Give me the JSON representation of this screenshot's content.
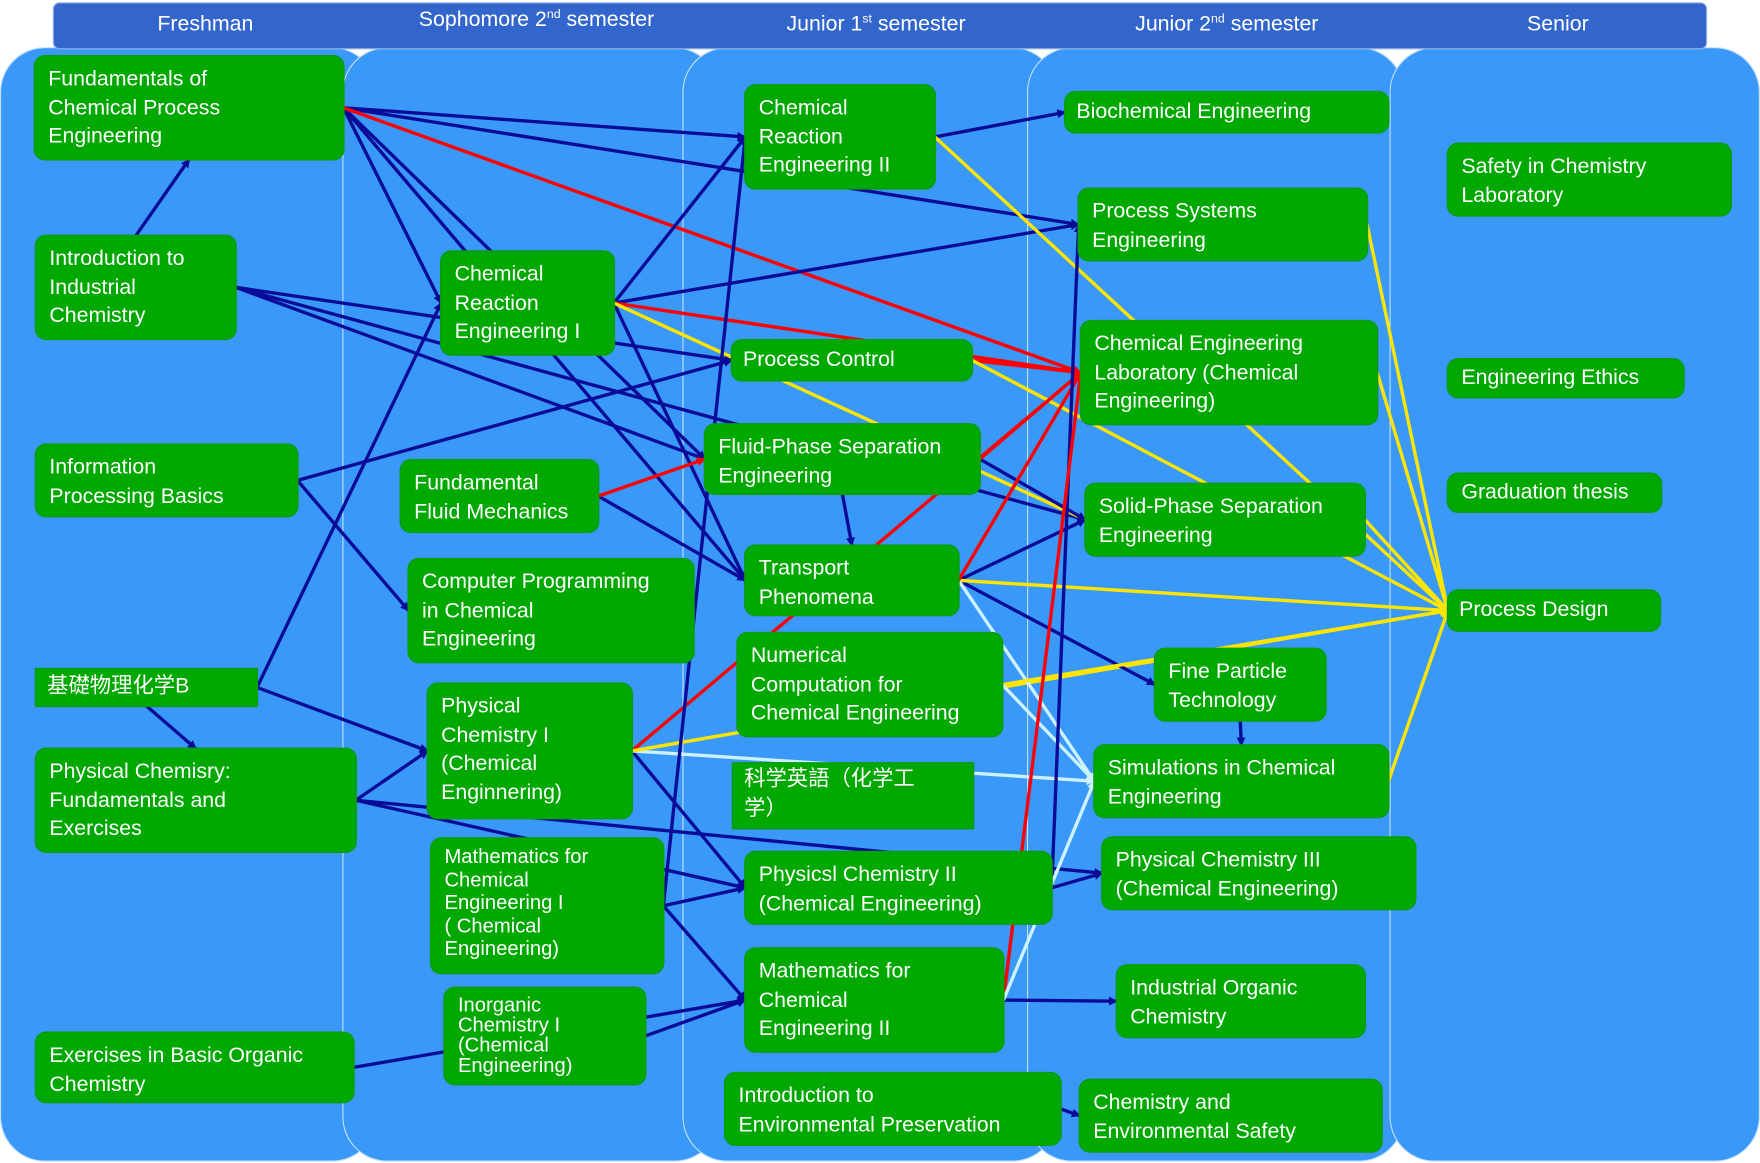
{
  "header": {
    "columns": [
      {
        "pre": "Freshman",
        "sup": "",
        "post": ""
      },
      {
        "pre": "Sophomore 2",
        "sup": "nd",
        "post": " semester"
      },
      {
        "pre": "Junior 1",
        "sup": "st",
        "post": " semester"
      },
      {
        "pre": "Junior 2",
        "sup": "nd",
        "post": " semester"
      },
      {
        "pre": "Senior",
        "sup": "",
        "post": ""
      }
    ]
  },
  "colors": {
    "header": "#3366cc",
    "panel": "#3a98f8",
    "node": "#00a800",
    "prereq": "#0b0b9a",
    "red": "#ff0000",
    "yellow": "#ffe600",
    "light": "#ccf2ff"
  },
  "courses": {
    "c1": "Fundamentals of\nChemical Process\nEngineering",
    "c2": "Introduction to\nIndustrial\nChemistry",
    "c3": "Information\nProcessing Basics",
    "c4": "基礎物理化学B",
    "c5": "Physical Chemisry:\nFundamentals and\nExercises",
    "c6": "Exercises in Basic Organic\nChemistry",
    "c7": "Chemical\nReaction\nEngineering I",
    "c8": "Fundamental\nFluid Mechanics",
    "c9": "Computer Programming\nin Chemical\nEngineering",
    "c10": "Physical\nChemistry I\n(Chemical\nEnginnering)",
    "c11": "Mathematics for\nChemical\nEngineering I\n( Chemical\nEngineering)",
    "c12": "Inorganic\nChemistry I\n(Chemical\nEngineering)",
    "c13": "Chemical\nReaction\nEngineering II",
    "c14": "Process Control",
    "c15": "Fluid-Phase Separation\nEngineering",
    "c16": "Transport\nPhenomena",
    "c17": "Numerical\nComputation for\nChemical Engineering",
    "c18": "科学英語（化学工\n学）",
    "c19": "Physicsl Chemistry II\n(Chemical Engineering)",
    "c20": "Mathematics for\nChemical\nEngineering II",
    "c21": "Introduction to\nEnvironmental Preservation",
    "c22": "Biochemical Engineering",
    "c23": "Process Systems\nEngineering",
    "c24": "Chemical Engineering\nLaboratory (Chemical\nEngineering)",
    "c25": "Solid-Phase Separation\nEngineering",
    "c26": "Fine Particle\nTechnology",
    "c27": "Simulations in Chemical\nEngineering",
    "c28": "Physical Chemistry III\n(Chemical Engineering)",
    "c29": "Industrial Organic\nChemistry",
    "c30": "Chemistry and\nEnvironmental Safety",
    "c31": "Safety in Chemistry\nLaboratory",
    "c32": "Engineering Ethics",
    "c33": "Graduation thesis",
    "c34": "Process Design"
  },
  "edges": [
    [
      "c2",
      "c1",
      "prereq"
    ],
    [
      "c4",
      "c5",
      "prereq"
    ],
    [
      "c1",
      "c13",
      "prereq"
    ],
    [
      "c1",
      "c7",
      "prereq"
    ],
    [
      "c1",
      "c23",
      "prereq"
    ],
    [
      "c1",
      "c15",
      "prereq"
    ],
    [
      "c1",
      "c16",
      "prereq"
    ],
    [
      "c1",
      "c24",
      "red"
    ],
    [
      "c2",
      "c14",
      "prereq"
    ],
    [
      "c2",
      "c15",
      "prereq"
    ],
    [
      "c2",
      "c25",
      "prereq"
    ],
    [
      "c3",
      "c14",
      "prereq"
    ],
    [
      "c3",
      "c9",
      "prereq"
    ],
    [
      "c4",
      "c7",
      "prereq"
    ],
    [
      "c4",
      "c10",
      "prereq"
    ],
    [
      "c5",
      "c10",
      "prereq"
    ],
    [
      "c5",
      "c19",
      "prereq"
    ],
    [
      "c5",
      "c28",
      "prereq"
    ],
    [
      "c6",
      "c20",
      "prereq"
    ],
    [
      "c7",
      "c13",
      "prereq"
    ],
    [
      "c7",
      "c23",
      "prereq"
    ],
    [
      "c7",
      "c16",
      "prereq"
    ],
    [
      "c7",
      "c24",
      "red"
    ],
    [
      "c7",
      "c25",
      "yellow"
    ],
    [
      "c8",
      "c16",
      "prereq"
    ],
    [
      "c8",
      "c15",
      "red"
    ],
    [
      "c10",
      "c24",
      "red"
    ],
    [
      "c10",
      "c19",
      "prereq"
    ],
    [
      "c10",
      "c27",
      "light"
    ],
    [
      "c10",
      "c34",
      "yellow"
    ],
    [
      "c11",
      "c13",
      "prereq"
    ],
    [
      "c11",
      "c19",
      "prereq"
    ],
    [
      "c11",
      "c20",
      "prereq"
    ],
    [
      "c12",
      "c20",
      "prereq"
    ],
    [
      "c13",
      "c22",
      "prereq"
    ],
    [
      "c13",
      "c34",
      "yellow"
    ],
    [
      "c14",
      "c24",
      "red"
    ],
    [
      "c14",
      "c34",
      "yellow"
    ],
    [
      "c15",
      "c25",
      "prereq"
    ],
    [
      "c15",
      "c24",
      "red"
    ],
    [
      "c15",
      "c16",
      "prereq"
    ],
    [
      "c16",
      "c25",
      "prereq"
    ],
    [
      "c16",
      "c26",
      "prereq"
    ],
    [
      "c16",
      "c34",
      "yellow"
    ],
    [
      "c16",
      "c27",
      "light"
    ],
    [
      "c16",
      "c24",
      "red"
    ],
    [
      "c17",
      "c34",
      "yellow"
    ],
    [
      "c17",
      "c27",
      "light"
    ],
    [
      "c19",
      "c28",
      "prereq"
    ],
    [
      "c19",
      "c23",
      "prereq"
    ],
    [
      "c20",
      "c24",
      "red"
    ],
    [
      "c20",
      "c29",
      "prereq"
    ],
    [
      "c20",
      "c27",
      "light"
    ],
    [
      "c21",
      "c30",
      "prereq"
    ],
    [
      "c26",
      "c27",
      "prereq"
    ],
    [
      "c23",
      "c34",
      "yellow"
    ],
    [
      "c24",
      "c34",
      "yellow"
    ],
    [
      "c25",
      "c34",
      "yellow"
    ],
    [
      "c27",
      "c34",
      "yellow"
    ]
  ]
}
